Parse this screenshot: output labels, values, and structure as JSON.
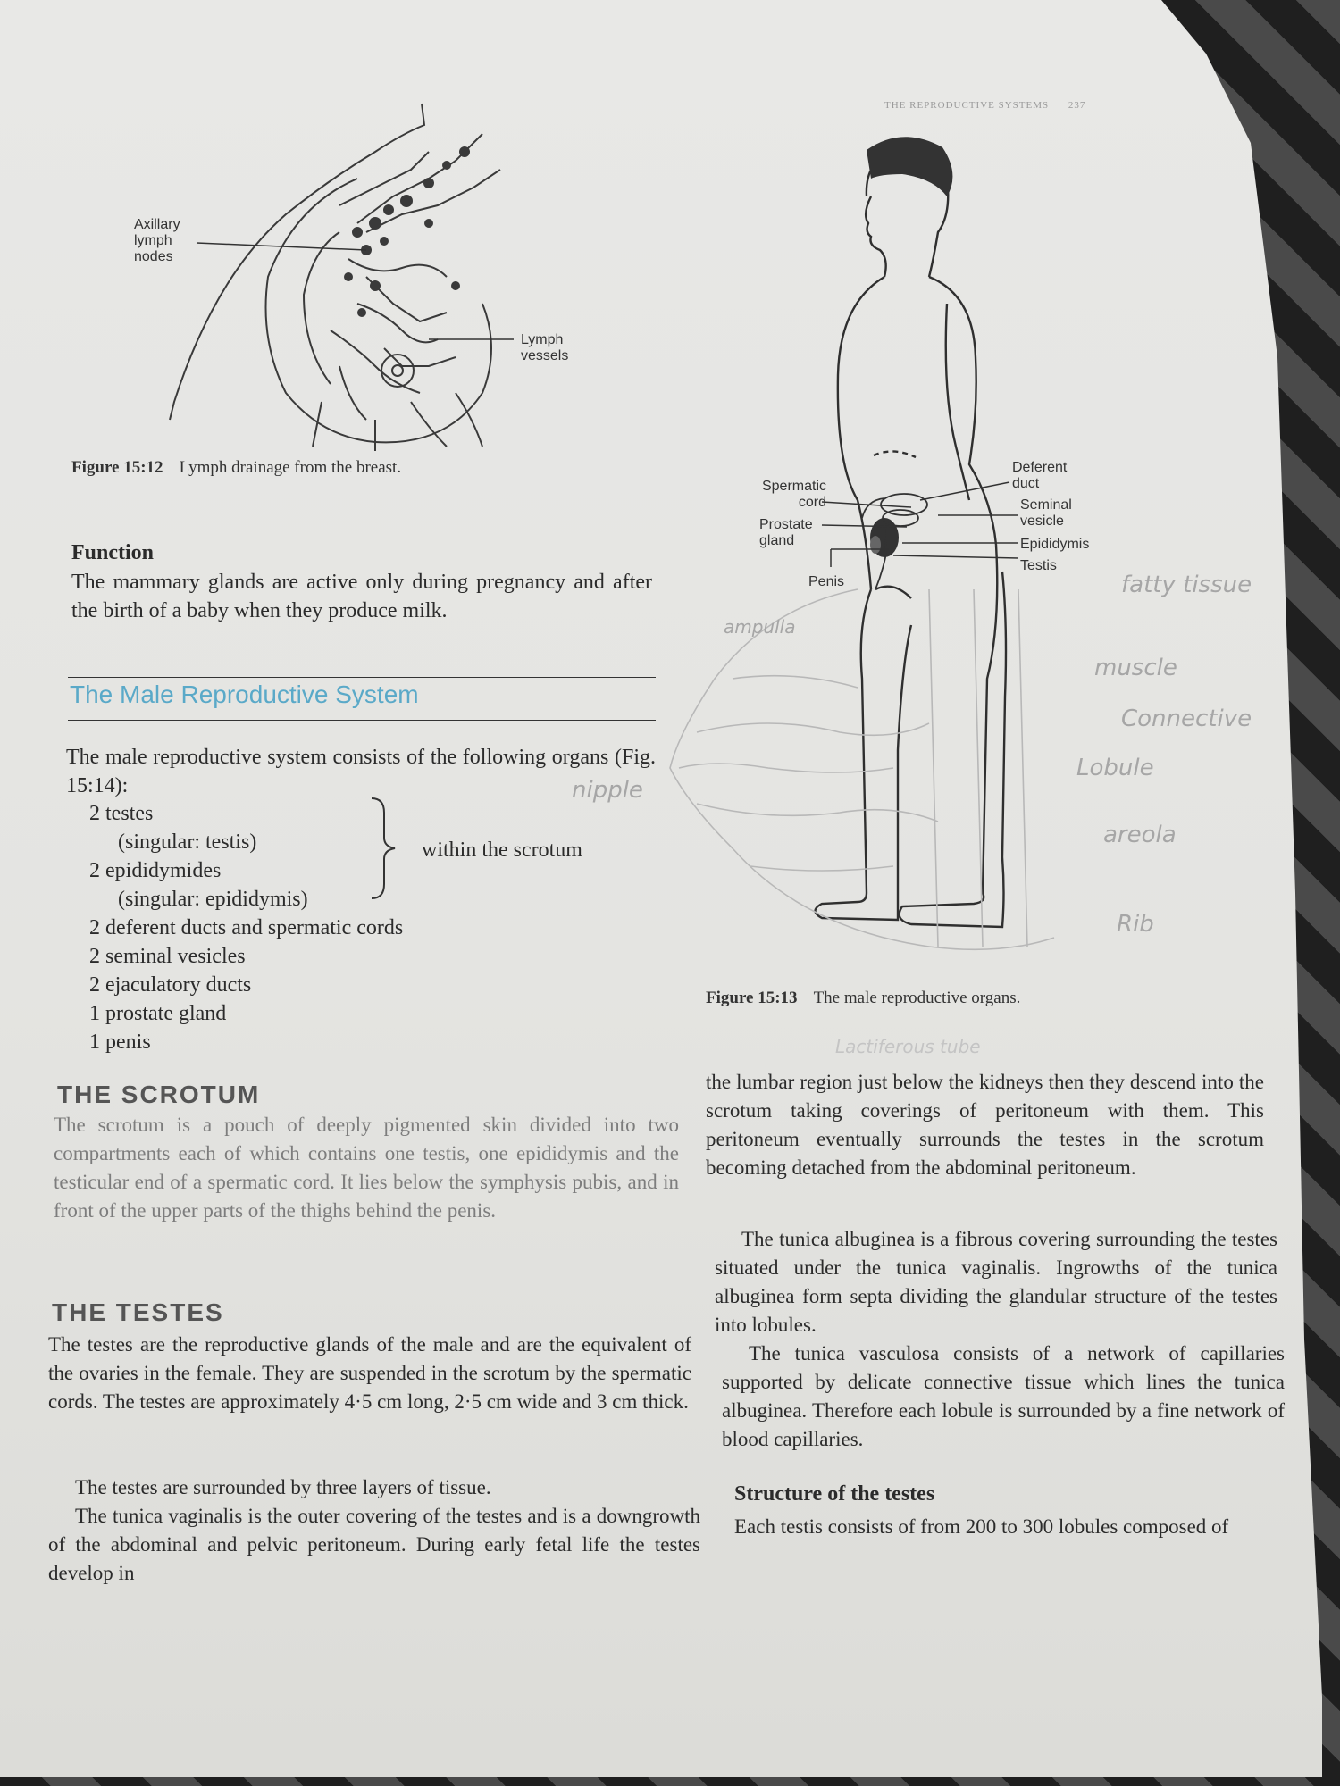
{
  "header": {
    "running_title": "THE REPRODUCTIVE SYSTEMS",
    "page_number": "237"
  },
  "figure_12": {
    "labels": {
      "axillary_l1": "Axillary",
      "axillary_l2": "lymph",
      "axillary_l3": "nodes",
      "lymph_l1": "Lymph",
      "lymph_l2": "vessels"
    },
    "caption_number": "Figure 15:12",
    "caption_text": "Lymph drainage from the breast."
  },
  "function": {
    "heading": "Function",
    "text": "The mammary glands are active only during pregnancy and after the birth of a baby when they produce milk."
  },
  "male_system": {
    "title": "The Male Reproductive System",
    "intro": "The male reproductive system consists of the following organs (Fig. 15:14):",
    "organs": {
      "testes": "2 testes",
      "testes_sing": "(singular: testis)",
      "epididymides": "2 epididymides",
      "epididymides_sing": "(singular: epididymis)",
      "within": "within the scrotum",
      "ducts": "2 deferent ducts and spermatic cords",
      "vesicles": "2 seminal vesicles",
      "ejaculatory": "2 ejaculatory ducts",
      "prostate": "1 prostate gland",
      "penis": "1 penis"
    }
  },
  "figure_13": {
    "labels": {
      "spermatic_l1": "Spermatic",
      "spermatic_l2": "cord",
      "prostate_l1": "Prostate",
      "prostate_l2": "gland",
      "penis": "Penis",
      "deferent_l1": "Deferent",
      "deferent_l2": "duct",
      "seminal_l1": "Seminal",
      "seminal_l2": "vesicle",
      "epididymis": "Epididymis",
      "testis": "Testis"
    },
    "caption_number": "Figure 15:13",
    "caption_text": "The male reproductive organs."
  },
  "annotations": {
    "fatty": "fatty tissue",
    "muscle": "muscle",
    "connective": "Connective",
    "lobule": "Lobule",
    "areola": "areola",
    "rib": "Rib",
    "nipple": "nipple",
    "ampulla": "ampulla",
    "lactiferous": "Lactiferous tube"
  },
  "scrotum": {
    "heading": "THE SCROTUM",
    "text": "The scrotum is a pouch of deeply pigmented skin divided into two compartments each of which contains one testis, one epididymis and the testicular end of a spermatic cord. It lies below the symphysis pubis, and in front of the upper parts of the thighs behind the penis."
  },
  "testes": {
    "heading": "THE TESTES",
    "p1": "The testes are the reproductive glands of the male and are the equivalent of the ovaries in the female. They are suspended in the scrotum by the spermatic cords. The testes are approximately 4·5 cm long, 2·5 cm wide and 3 cm thick.",
    "p2": "The testes are surrounded by three layers of tissue.",
    "p3": "The tunica vaginalis is the outer covering of the testes and is a downgrowth of the abdominal and pelvic peritoneum. During early fetal life the testes develop in"
  },
  "right_column": {
    "p1": "the lumbar region just below the kidneys then they descend into the scrotum taking coverings of peritoneum with them. This peritoneum eventually surrounds the testes in the scrotum becoming detached from the abdominal peritoneum.",
    "p2": "The tunica albuginea is a fibrous covering surrounding the testes situated under the tunica vaginalis. Ingrowths of the tunica albuginea form septa dividing the glandular structure of the testes into lobules.",
    "p3": "The tunica vasculosa consists of a network of capillaries supported by delicate connective tissue which lines the tunica albuginea. Therefore each lobule is surrounded by a fine network of blood capillaries.",
    "structure_heading": "Structure of the testes",
    "structure_text": "Each testis consists of from 200 to 300 lobules composed of"
  }
}
